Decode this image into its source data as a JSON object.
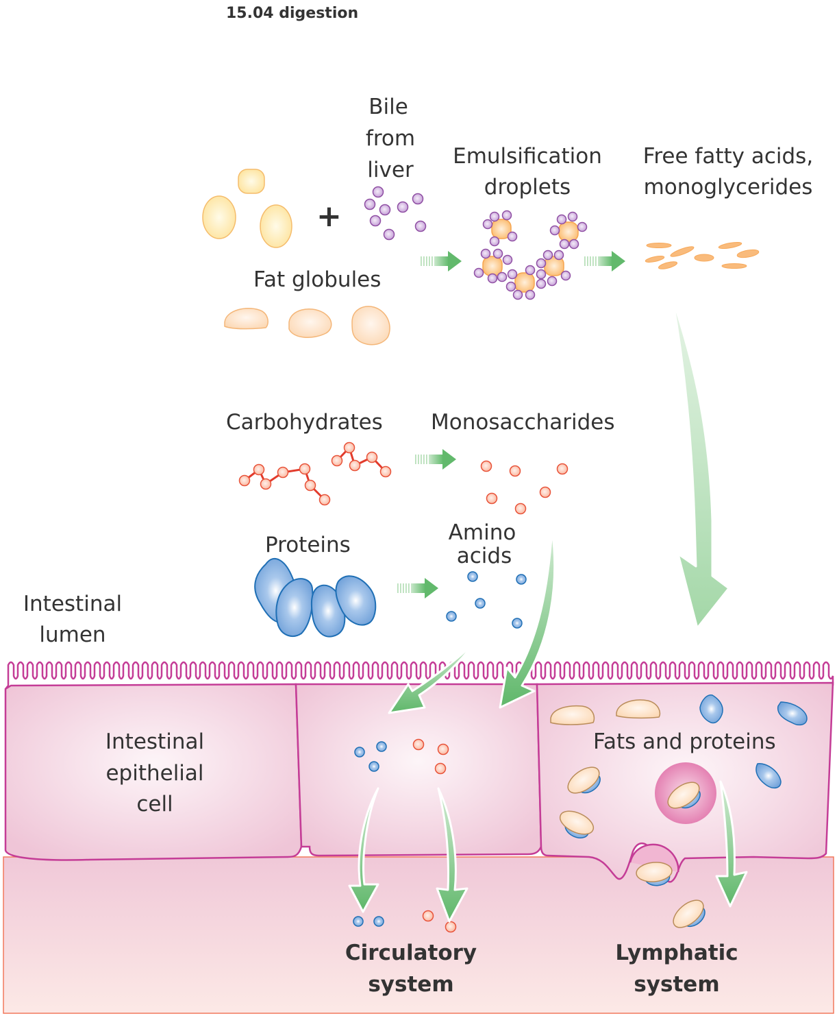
{
  "title": "15.04 digestion",
  "labels": {
    "bile": [
      "Bile",
      "from",
      "liver"
    ],
    "plus": "+",
    "fat_globules": "Fat globules",
    "emulsification": [
      "Emulsification",
      "droplets"
    ],
    "free_fatty_acids": [
      "Free fatty acids,",
      "monoglycerides"
    ],
    "carbohydrates": "Carbohydrates",
    "monosaccharides": "Monosaccharides",
    "proteins": "Proteins",
    "amino_acids": [
      "Amino",
      "acids"
    ],
    "intestinal_lumen": [
      "Intestinal",
      "lumen"
    ],
    "epithelial_cell": [
      "Intestinal",
      "epithelial",
      "cell"
    ],
    "fats_and_proteins": "Fats and proteins",
    "circulatory": [
      "Circulatory",
      "system"
    ],
    "lymphatic": [
      "Lymphatic",
      "system"
    ]
  },
  "colors": {
    "fat_yellow": "#fde7a6",
    "fat_stroke": "#f6b36a",
    "fat_peach": "#fde0c2",
    "bile_purple": "#c6a3d6",
    "bile_stroke": "#8f4fa3",
    "sugar_fill": "#fbc2ad",
    "sugar_stroke": "#e8533a",
    "protein_fill": "#7aa7d9",
    "protein_stroke": "#1f6fb5",
    "membrane": "#c43c96",
    "cell_fill": "#f1c8da",
    "arrow_green": "#6cbf73",
    "tissue_border": "#f2785c"
  }
}
